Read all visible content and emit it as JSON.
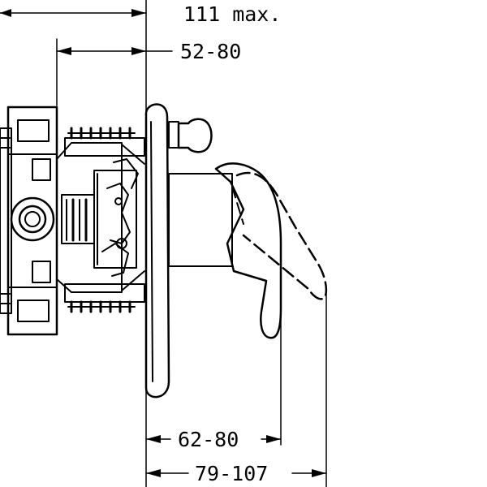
{
  "dimensions": {
    "total_depth_max": "111 max.",
    "wall_range": "52-80",
    "handle_front_range": "62-80",
    "handle_open_range": "79-107"
  },
  "colors": {
    "line": "#000000",
    "background": "#ffffff"
  }
}
